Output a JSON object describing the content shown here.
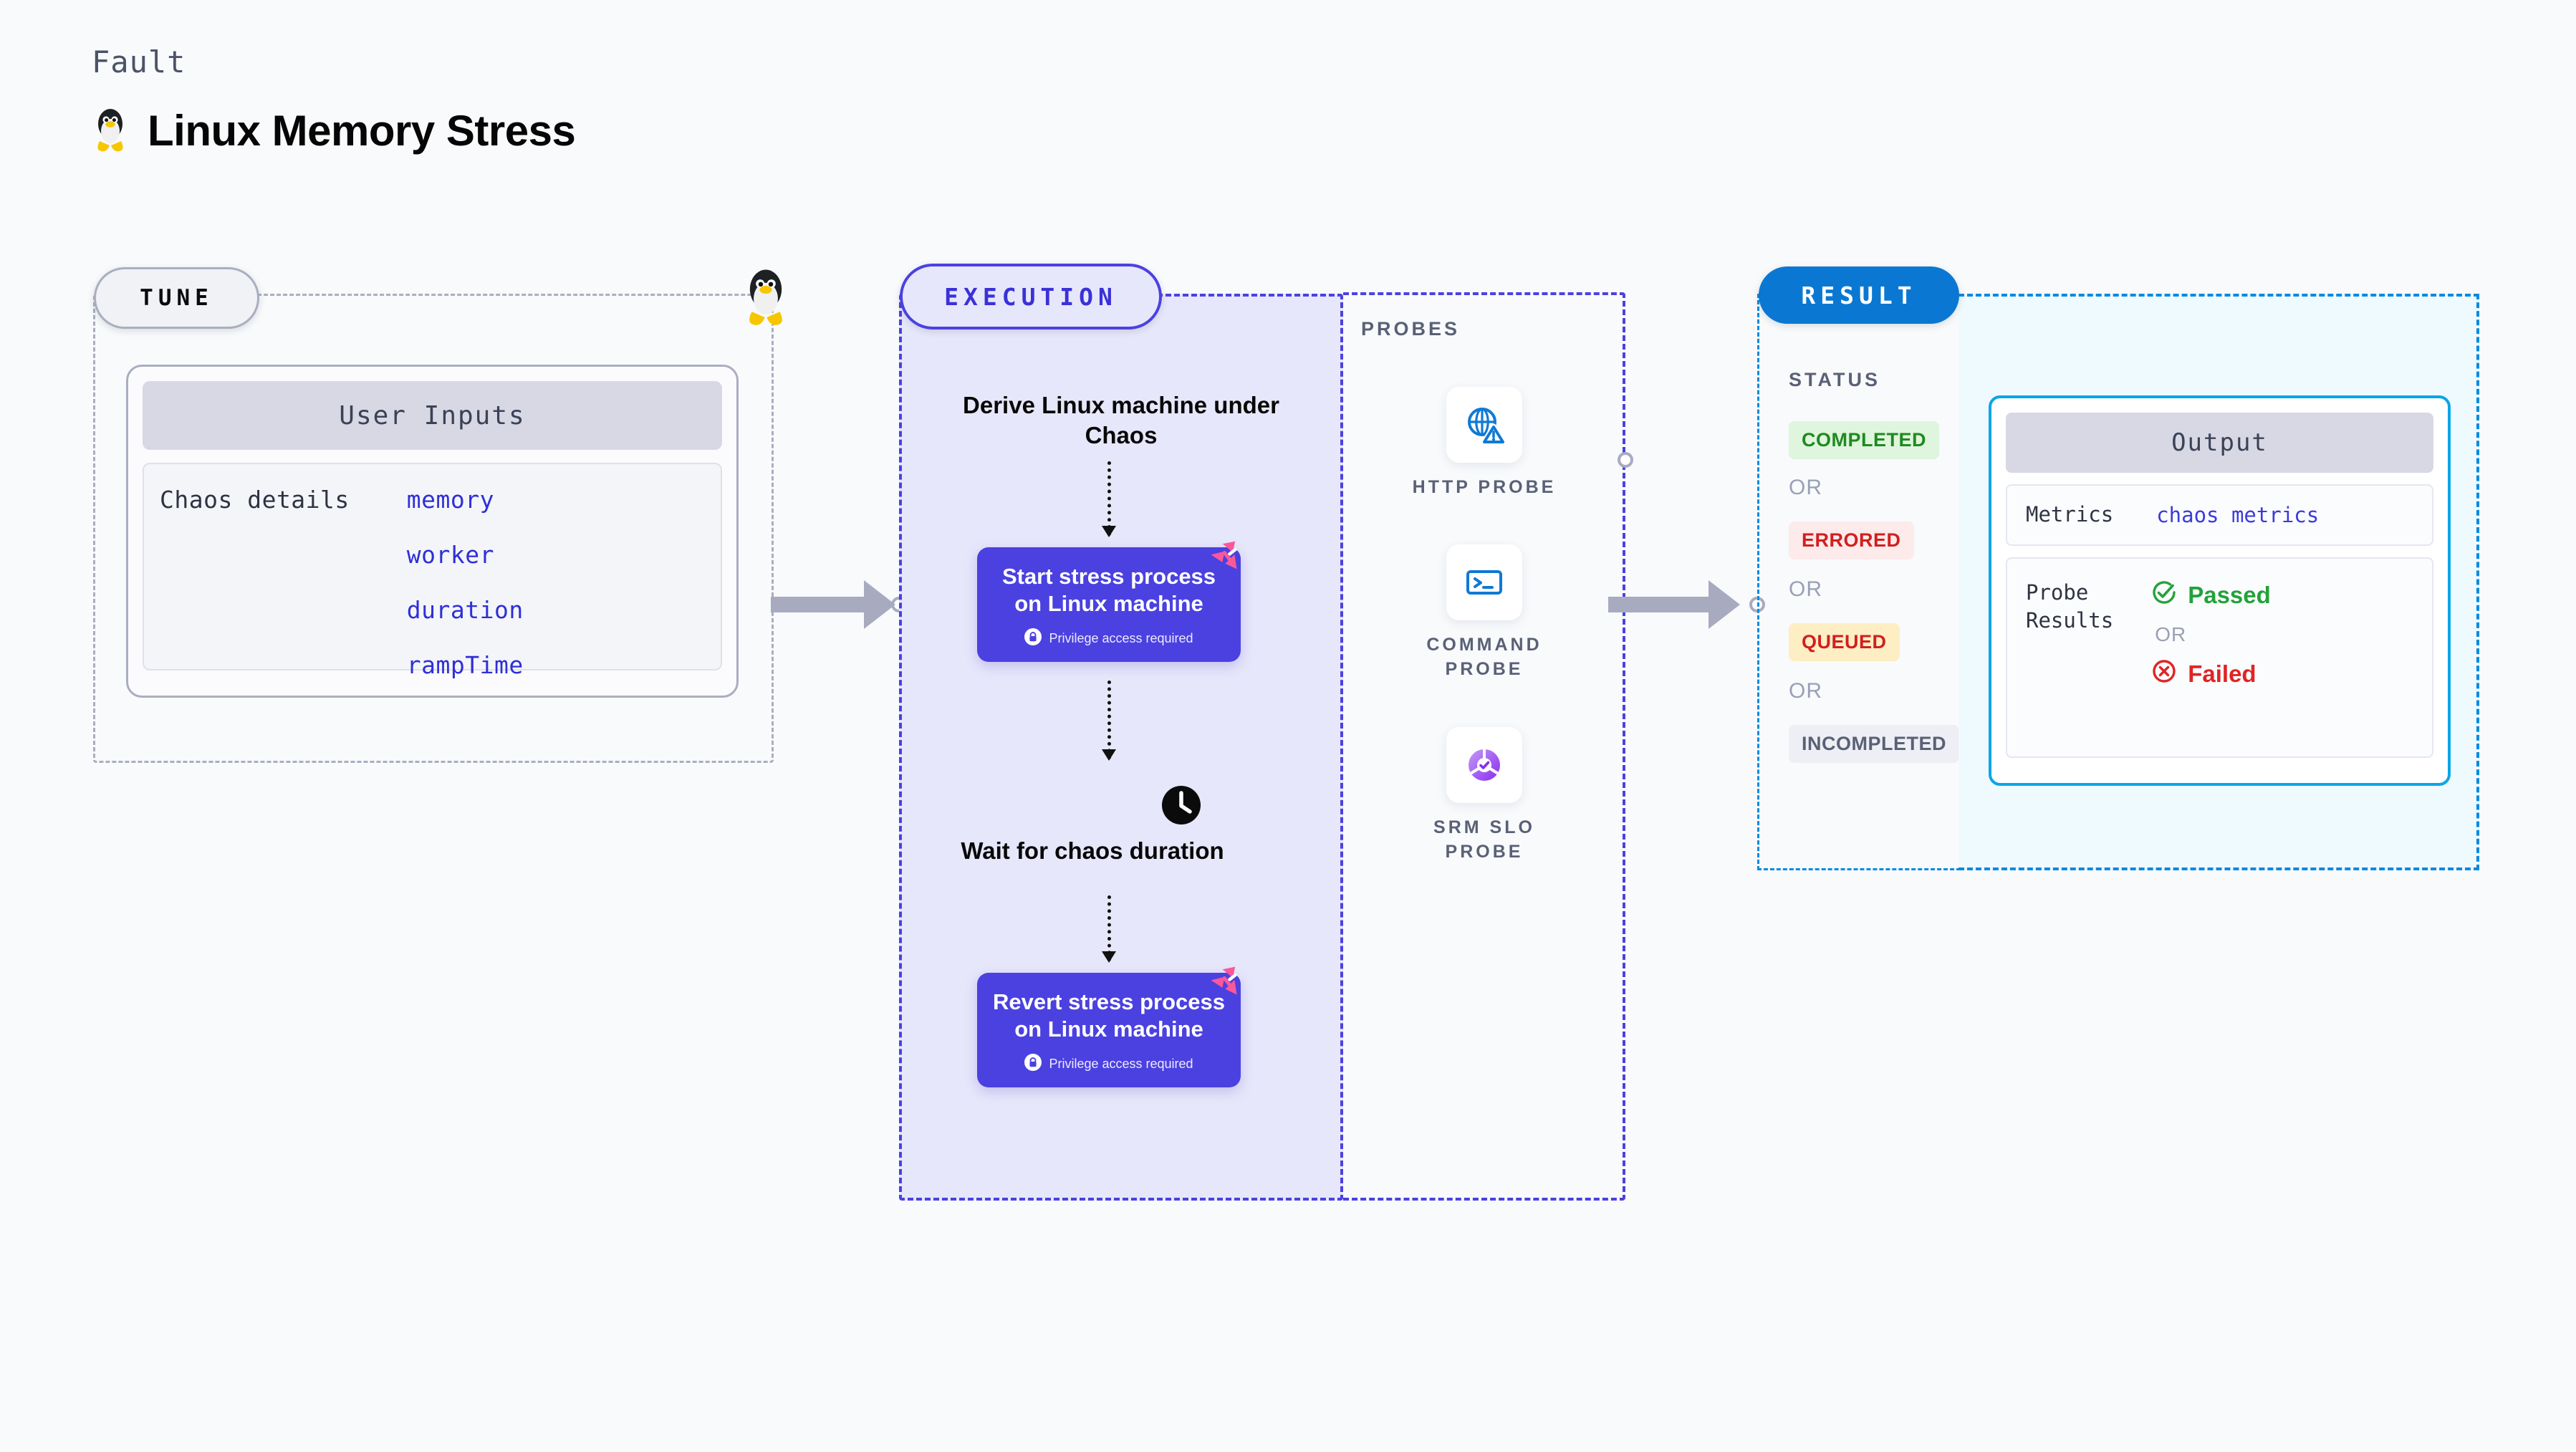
{
  "header": {
    "kicker": "Fault",
    "title": "Linux Memory Stress",
    "icon": "linux-tux-icon"
  },
  "tune": {
    "pill_label": "TUNE",
    "card_header": "User Inputs",
    "chaos_label": "Chaos details",
    "params": [
      "memory",
      "worker",
      "duration",
      "rampTime"
    ],
    "corner_icon": "linux-tux-icon"
  },
  "execution": {
    "pill_label": "EXECUTION",
    "derive_text": "Derive Linux machine under Chaos",
    "steps": [
      {
        "title": "Start stress process on Linux machine",
        "note": "Privilege access required",
        "badge_icon": "harness-ribbon-icon",
        "lock_icon": "lock-icon"
      },
      {
        "title": "Revert stress process on Linux machine",
        "note": "Privilege access required",
        "badge_icon": "harness-ribbon-icon",
        "lock_icon": "lock-icon"
      }
    ],
    "wait": {
      "icon": "clock-icon",
      "text": "Wait for chaos duration"
    }
  },
  "probes": {
    "title": "PROBES",
    "items": [
      {
        "label": "HTTP PROBE",
        "icon": "globe-warning-icon"
      },
      {
        "label": "COMMAND PROBE",
        "icon": "terminal-icon"
      },
      {
        "label": "SRM SLO PROBE",
        "icon": "slo-donut-check-icon"
      }
    ]
  },
  "result": {
    "pill_label": "RESULT",
    "status_title": "STATUS",
    "or_text": "OR",
    "statuses": [
      {
        "label": "COMPLETED",
        "bg": "#dff5de",
        "fg": "#1f8a1f"
      },
      {
        "label": "ERRORED",
        "bg": "#fdeaea",
        "fg": "#d11f1f"
      },
      {
        "label": "QUEUED",
        "bg": "#fdeec4",
        "fg": "#d11f1f"
      },
      {
        "label": "INCOMPLETED",
        "bg": "#eeeff5",
        "fg": "#5a6176"
      }
    ],
    "output": {
      "header": "Output",
      "metrics_key": "Metrics",
      "metrics_value": "chaos metrics",
      "probe_results_key": "Probe\nResults",
      "passed_label": "Passed",
      "passed_icon": "check-circle-icon",
      "failed_label": "Failed",
      "failed_icon": "x-circle-icon",
      "or_text": "OR"
    }
  },
  "colors": {
    "accent_purple": "#4b41e0",
    "accent_blue": "#0a78d2",
    "accent_cyan": "#0aa6e8",
    "pink_ribbon": "#f9589a",
    "success_green": "#23a23a",
    "error_red": "#e02424"
  }
}
